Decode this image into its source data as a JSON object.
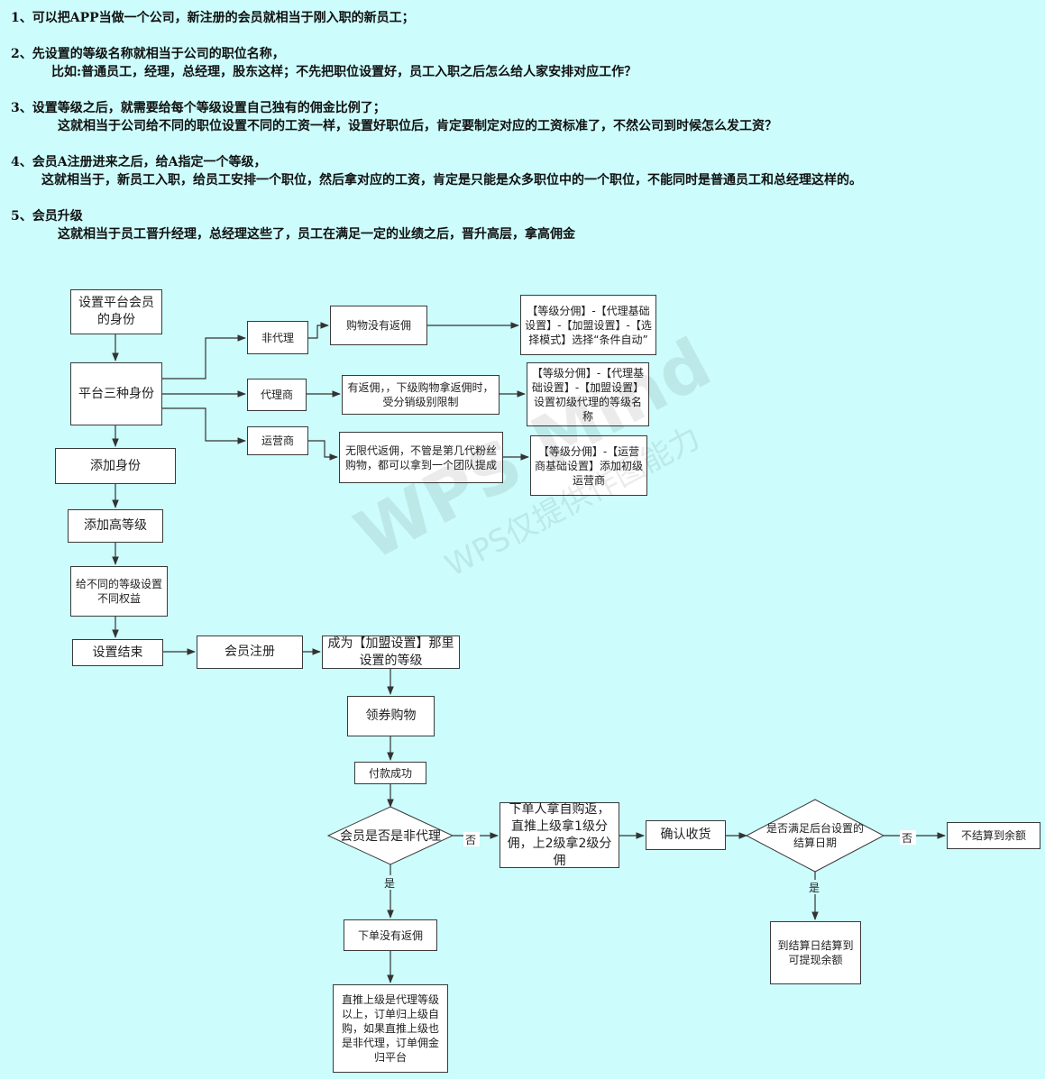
{
  "intro": {
    "p1": "1、可以把APP当做一个公司，新注册的会员就相当于刚入职的新员工；",
    "p2_title": "2、先设置的等级名称就相当于公司的职位名称，",
    "p2_detail": "比如:普通员工，经理，总经理，股东这样；不先把职位设置好，员工入职之后怎么给人家安排对应工作？",
    "p3_title": "3、设置等级之后，就需要给每个等级设置自己独有的佣金比例了；",
    "p3_detail": "这就相当于公司给不同的职位设置不同的工资一样，设置好职位后，肯定要制定对应的工资标准了，不然公司到时候怎么发工资？",
    "p4_title": "4、会员A注册进来之后，给A指定一个等级，",
    "p4_detail": "这就相当于，新员工入职，给员工安排一个职位，然后拿对应的工资，肯定是只能是众多职位中的一个职位，不能同时是普通员工和总经理这样的。",
    "p5_title": "5、会员升级",
    "p5_detail": "这就相当于员工晋升经理，总经理这些了，员工在满足一定的业绩之后，晋升高层，拿高佣金"
  },
  "nodes": {
    "set_identity": "设置平台会员的身份",
    "three_identity": "平台三种身份",
    "non_agent": "非代理",
    "agent": "代理商",
    "operator": "运营商",
    "no_rebate_shop": "购物没有返佣",
    "agent_rebate": "有返佣，，下级购物拿返佣时，受分销级别限制",
    "operator_rebate": "无限代返佣，不管是第几代粉丝购物，都可以拿到一个团队提成",
    "non_agent_setting": "【等级分佣】-【代理基础设置】-【加盟设置】-【选择模式】选择“条件自动”",
    "agent_setting": "【等级分佣】-【代理基础设置】-【加盟设置】设置初级代理的等级名称",
    "operator_setting": "【等级分佣】-【运营商基础设置】添加初级运营商",
    "add_identity": "添加身份",
    "add_high_level": "添加高等级",
    "set_rights": "给不同的等级设置不同权益",
    "setup_done": "设置结束",
    "member_register": "会员注册",
    "become_level": "成为【加盟设置】那里设置的等级",
    "coupon_shop": "领券购物",
    "pay_success": "付款成功",
    "is_non_agent": "会员是否是非代理",
    "self_buy_rebate": "下单人拿自购返，直推上级拿1级分佣，上2级拿2级分佣",
    "confirm_receipt": "确认收货",
    "settle_date_check": "是否满足后台设置的结算日期",
    "no_settle": "不结算到余额",
    "settle_withdraw": "到结算日结算到可提现余额",
    "order_no_rebate": "下单没有返佣",
    "parent_rule": "直推上级是代理等级以上，订单归上级自购，如果直推上级也是非代理，订单佣金归平台"
  },
  "edge_labels": {
    "no_1": "否",
    "yes_1": "是",
    "no_2": "否",
    "yes_2": "是"
  },
  "watermark": {
    "main": "WPS Mind",
    "sub": "WPS仅提供作图能力"
  }
}
